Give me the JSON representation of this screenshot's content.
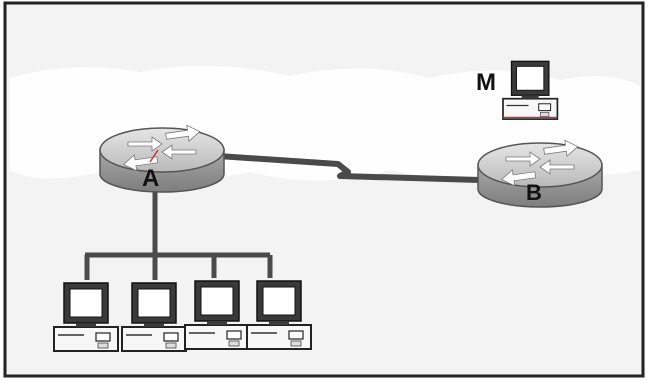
{
  "nodes": {
    "router_a": {
      "label": "A"
    },
    "router_b": {
      "label": "B"
    },
    "host_m": {
      "label": "M"
    }
  },
  "colors": {
    "background": "#f4f4f4",
    "frame": "#222222",
    "cable": "#4a4a4a",
    "router_top": "#cfcfcf",
    "router_side": "#9a9a9a",
    "monitor": "#3a3a3a",
    "accent": "#d03030"
  }
}
